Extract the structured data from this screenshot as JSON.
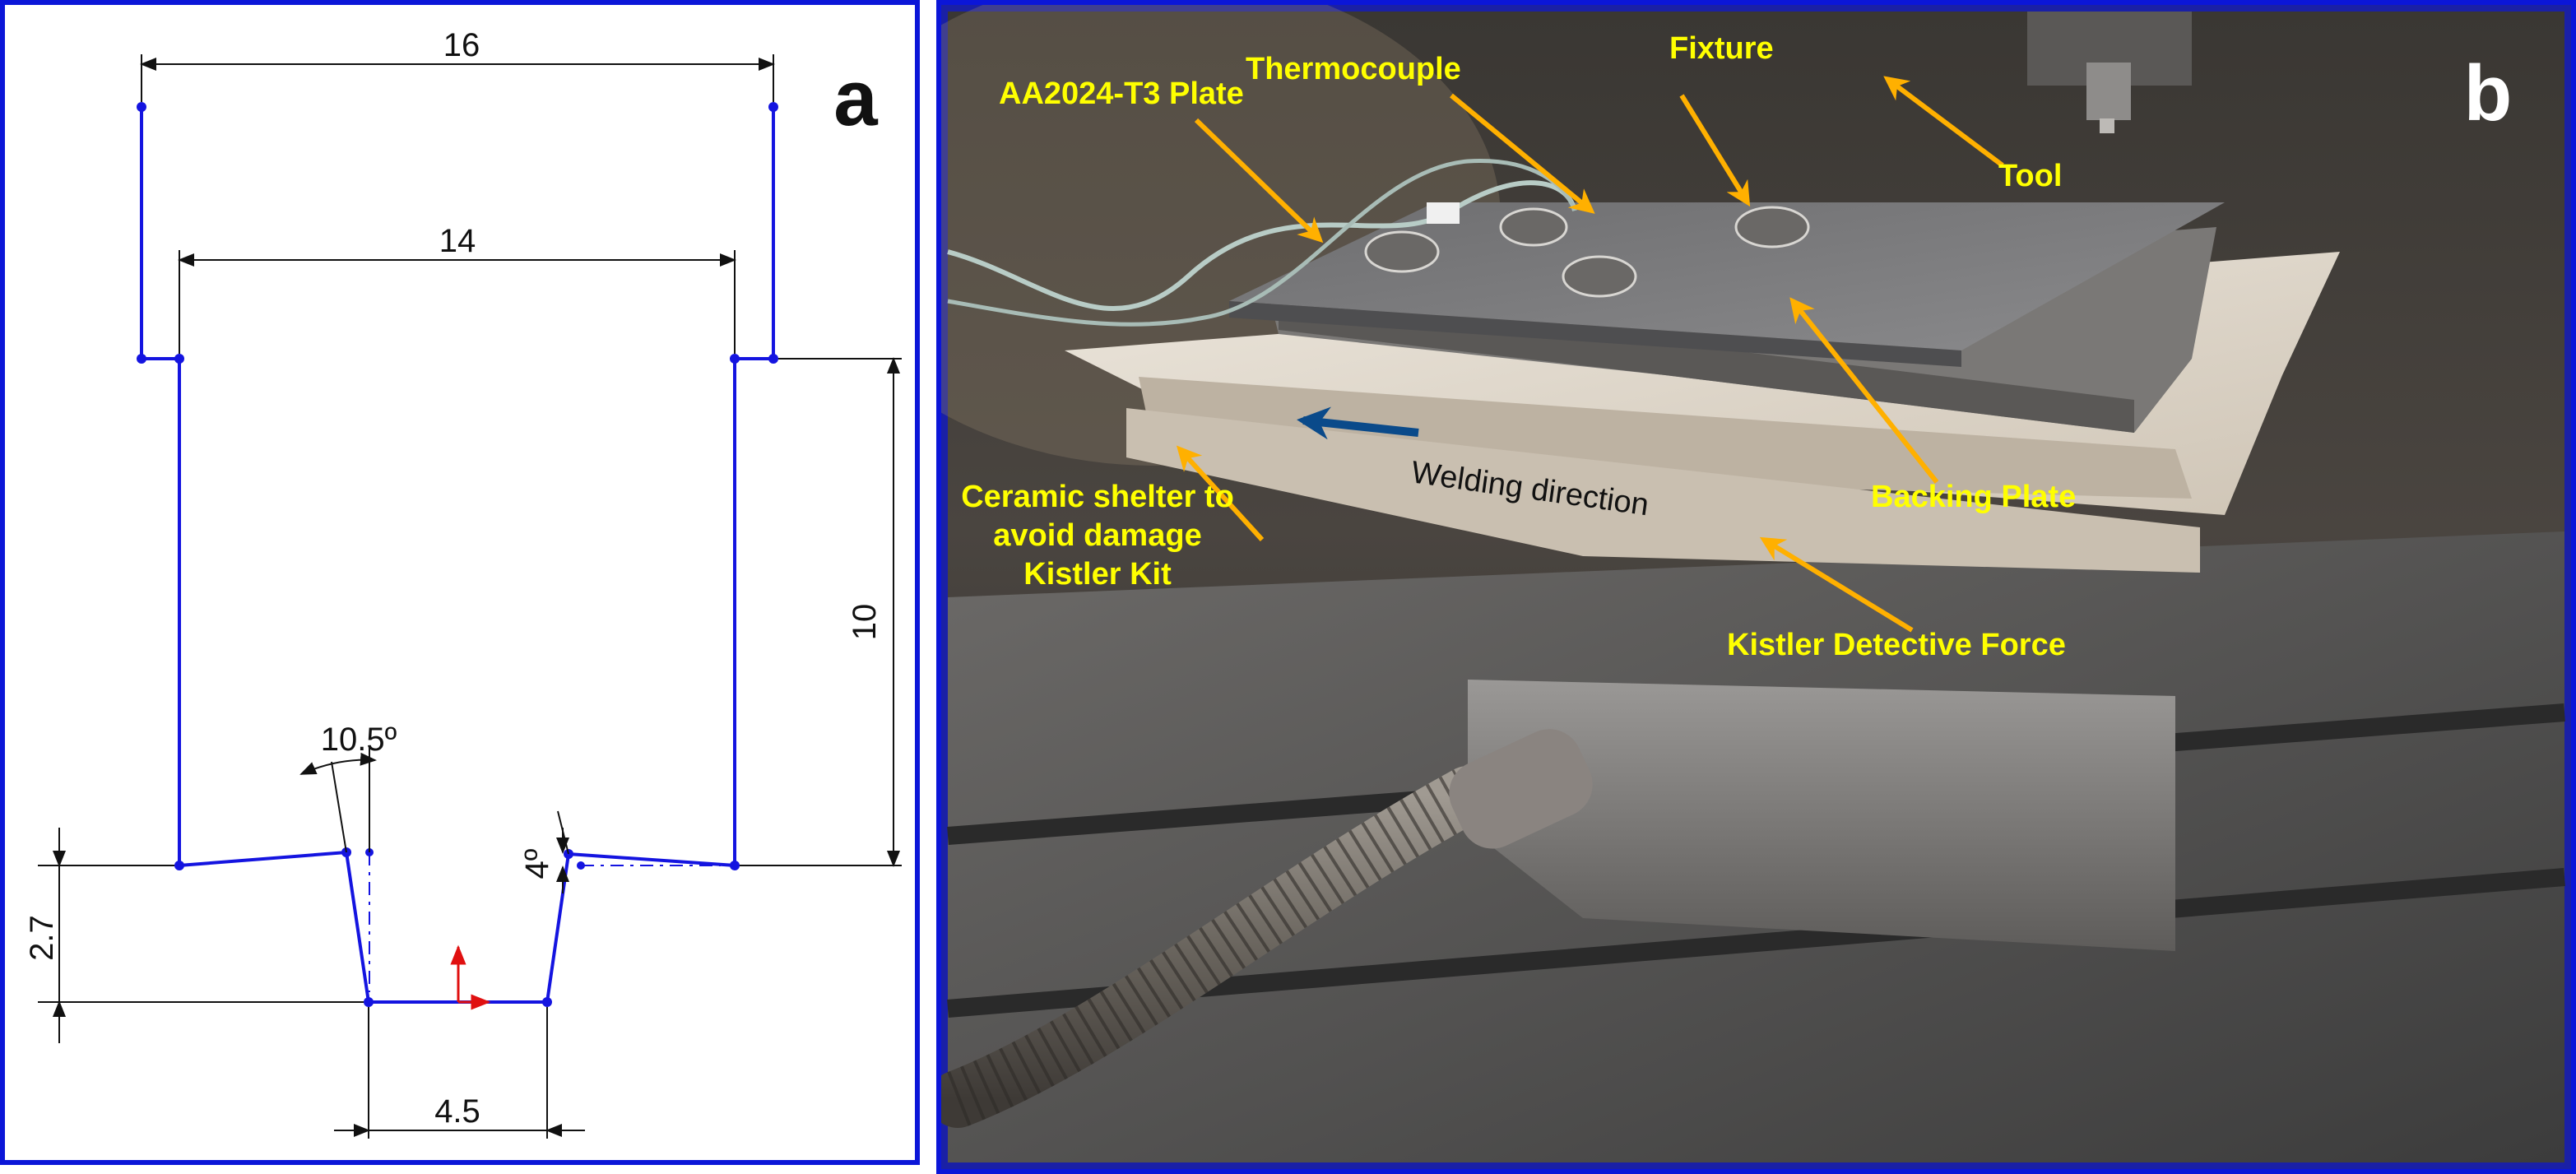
{
  "panel_a": {
    "letter": "a",
    "dimensions": {
      "top_width": "16",
      "shoulder_width": "14",
      "shoulder_height": "10",
      "pin_height": "2.7",
      "pin_base_width": "4.5",
      "pin_taper_angle": "10.5º",
      "shoulder_concave_angle": "4º"
    }
  },
  "panel_b": {
    "letter": "b",
    "labels": {
      "plate": "AA2024-T3 Plate",
      "thermocouple": "Thermocouple",
      "fixture": "Fixture",
      "tool": "Tool",
      "backing_plate": "Backing Plate",
      "ceramic_line1": "Ceramic shelter to",
      "ceramic_line2": "avoid damage",
      "ceramic_line3": "Kistler Kit",
      "kistler": "Kistler Detective Force",
      "welding_direction": "Welding direction"
    },
    "colors": {
      "label": "#ffff00",
      "callout_arrow": "#ffb000",
      "direction_arrow": "#0a4a8a",
      "frame": "#0b16d8"
    }
  }
}
